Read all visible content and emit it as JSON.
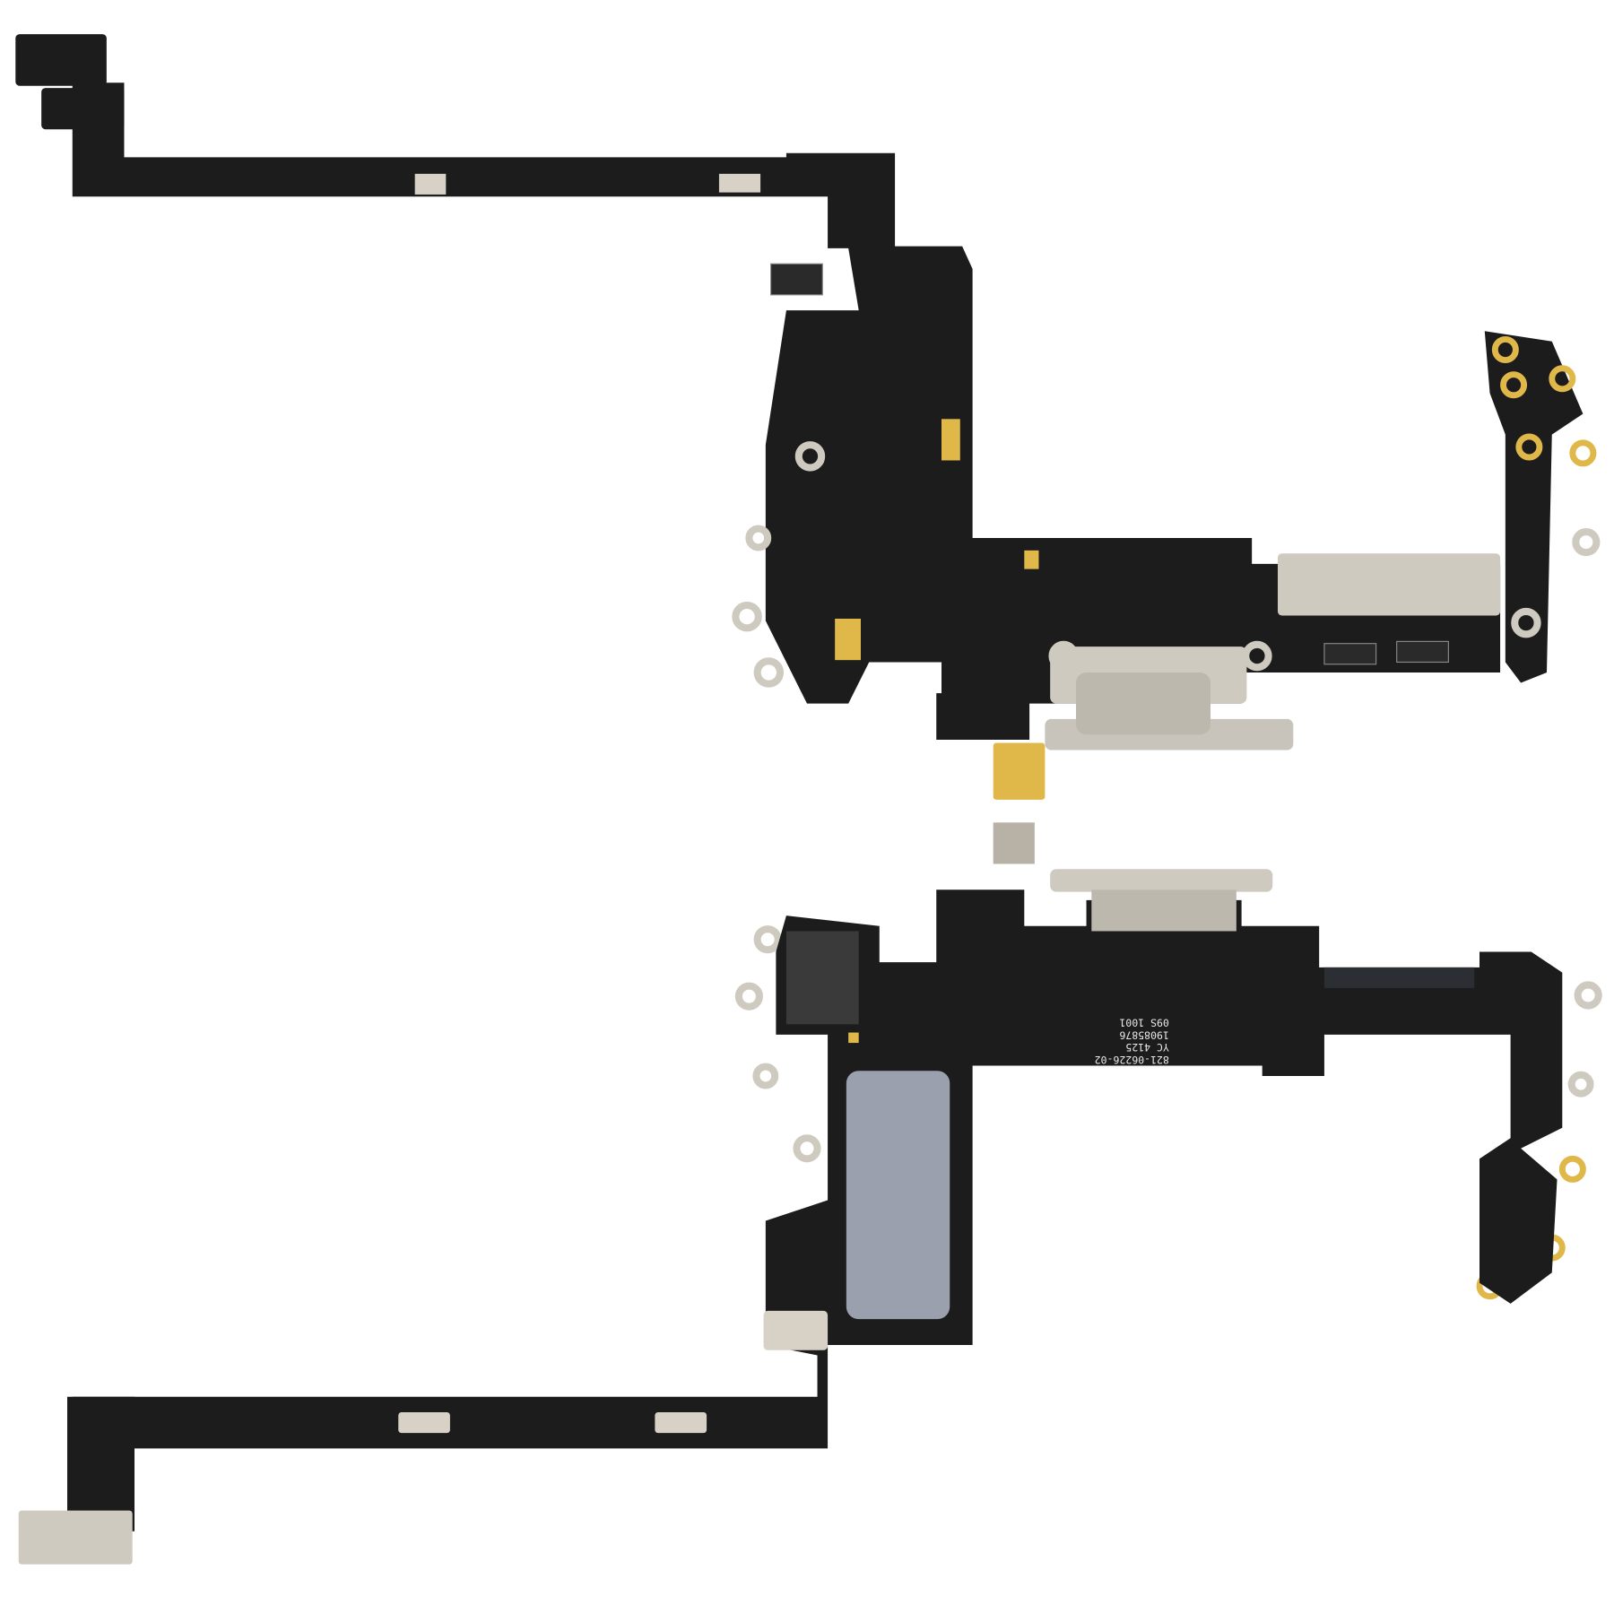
{
  "board_markings": [
    "821-06226-02",
    "YC 4125",
    "19085876",
    "09S 1001"
  ],
  "colors": {
    "flex": "#1c1c1c",
    "metal": "#cfcac0",
    "gold": "#e0b84a",
    "foam": "#9aa0ae",
    "background": "#ffffff"
  }
}
